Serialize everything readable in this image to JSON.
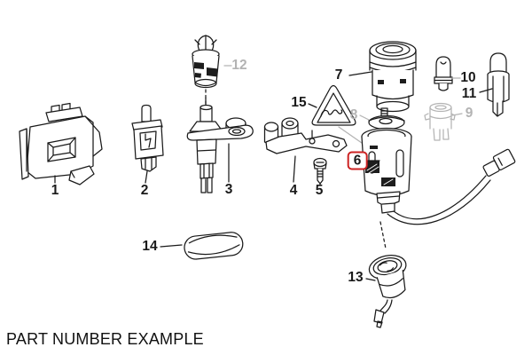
{
  "footer": {
    "caption": "PART NUMBER EXAMPLE"
  },
  "diagram": {
    "highlight_color": "#cc2222",
    "muted_color": "#b3b3b3",
    "line_color": "#1a1a1a",
    "highlighted_part": "6",
    "muted_parts": [
      "8",
      "9",
      "12"
    ],
    "part_labels": {
      "p1": "1",
      "p2": "2",
      "p3": "3",
      "p4": "4",
      "p5": "5",
      "p6": "6",
      "p7": "7",
      "p8": "8",
      "p9": "9",
      "p10": "10",
      "p11": "11",
      "p12": "12",
      "p13": "13",
      "p14": "14",
      "p15": "15"
    }
  }
}
